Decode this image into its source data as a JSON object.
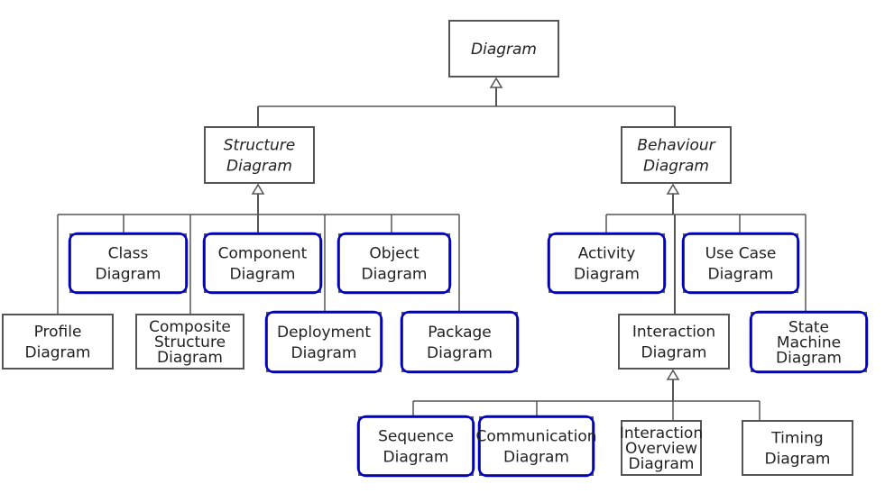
{
  "colors": {
    "highlight": "#0000cc",
    "box_border": "#555555",
    "line": "#555555"
  },
  "nodes": [
    {
      "id": "diagram",
      "lines": [
        "Diagram"
      ],
      "abstract": true,
      "highlighted": false
    },
    {
      "id": "structure",
      "lines": [
        "Structure",
        "Diagram"
      ],
      "abstract": true,
      "highlighted": false
    },
    {
      "id": "behaviour",
      "lines": [
        "Behaviour",
        "Diagram"
      ],
      "abstract": true,
      "highlighted": false
    },
    {
      "id": "class",
      "lines": [
        "Class",
        "Diagram"
      ],
      "abstract": false,
      "highlighted": true
    },
    {
      "id": "component",
      "lines": [
        "Component",
        "Diagram"
      ],
      "abstract": false,
      "highlighted": true
    },
    {
      "id": "object",
      "lines": [
        "Object",
        "Diagram"
      ],
      "abstract": false,
      "highlighted": true
    },
    {
      "id": "profile",
      "lines": [
        "Profile",
        "Diagram"
      ],
      "abstract": false,
      "highlighted": false
    },
    {
      "id": "composite",
      "lines": [
        "Composite",
        "Structure",
        "Diagram"
      ],
      "abstract": false,
      "highlighted": false
    },
    {
      "id": "deployment",
      "lines": [
        "Deployment",
        "Diagram"
      ],
      "abstract": false,
      "highlighted": true
    },
    {
      "id": "package",
      "lines": [
        "Package",
        "Diagram"
      ],
      "abstract": false,
      "highlighted": true
    },
    {
      "id": "activity",
      "lines": [
        "Activity",
        "Diagram"
      ],
      "abstract": false,
      "highlighted": true
    },
    {
      "id": "usecase",
      "lines": [
        "Use Case",
        "Diagram"
      ],
      "abstract": false,
      "highlighted": true
    },
    {
      "id": "interaction",
      "lines": [
        "Interaction",
        "Diagram"
      ],
      "abstract": false,
      "highlighted": false
    },
    {
      "id": "statemachine",
      "lines": [
        "State",
        "Machine",
        "Diagram"
      ],
      "abstract": false,
      "highlighted": true
    },
    {
      "id": "sequence",
      "lines": [
        "Sequence",
        "Diagram"
      ],
      "abstract": false,
      "highlighted": true
    },
    {
      "id": "communication",
      "lines": [
        "Communication",
        "Diagram"
      ],
      "abstract": false,
      "highlighted": true
    },
    {
      "id": "interactionoverview",
      "lines": [
        "Interaction",
        "Overview",
        "Diagram"
      ],
      "abstract": false,
      "highlighted": false
    },
    {
      "id": "timing",
      "lines": [
        "Timing",
        "Diagram"
      ],
      "abstract": false,
      "highlighted": false
    }
  ],
  "edges": [
    {
      "parent": "diagram",
      "children": [
        "structure",
        "behaviour"
      ]
    },
    {
      "parent": "structure",
      "children": [
        "profile",
        "class",
        "composite",
        "component",
        "deployment",
        "object",
        "package"
      ]
    },
    {
      "parent": "behaviour",
      "children": [
        "activity",
        "interaction",
        "usecase",
        "statemachine"
      ]
    },
    {
      "parent": "interaction",
      "children": [
        "sequence",
        "communication",
        "interactionoverview",
        "timing"
      ]
    }
  ]
}
